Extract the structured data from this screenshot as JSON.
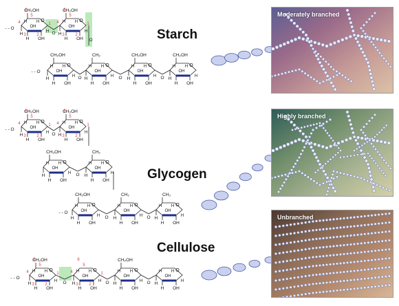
{
  "sections": [
    {
      "id": "starch",
      "title": "Starch",
      "panel_label": "Moderately branched",
      "panel_colors": [
        "#5b5e93",
        "#9b6b8a",
        "#c79c97",
        "#dcc3a7"
      ]
    },
    {
      "id": "glycogen",
      "title": "Glycogen",
      "panel_label": "Highly branched",
      "panel_colors": [
        "#2e5c5a",
        "#6f8d6a",
        "#a8b392",
        "#d6d2a8"
      ]
    },
    {
      "id": "cellulose",
      "title": "Cellulose",
      "panel_label": "Unbranched",
      "panel_colors": [
        "#4a3830",
        "#8a6a55",
        "#b58a6d",
        "#d9b99a"
      ]
    }
  ],
  "labels": {
    "ch2oh": "CH₂OH",
    "ch2": "CH₂",
    "ch3": "CH₃",
    "oh": "OH",
    "h": "H",
    "o": "O"
  },
  "colors": {
    "ring_fill": "#ffffff",
    "ring_edge": "#1c2e8c",
    "bond": "#222222",
    "carbon_number": "#d83a3a",
    "linkage_highlight": "#9fe0a0",
    "bead": "#c9d1ee",
    "bead_edge": "#4a5aa8"
  }
}
